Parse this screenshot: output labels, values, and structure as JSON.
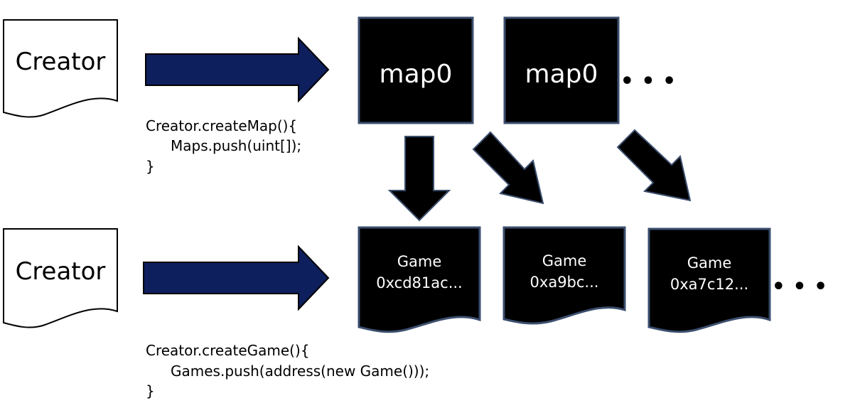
{
  "colors": {
    "navy_arrow": "#0e1f5e",
    "box_fill": "#000000",
    "box_border": "#3b4e6e",
    "doc_border": "#000000"
  },
  "top_row": {
    "creator_label": "Creator",
    "maps": [
      "map0",
      "map0"
    ],
    "ellipsis": "• • •",
    "code": [
      "Creator.createMap(){",
      "Maps.push(uint[]);",
      "}"
    ]
  },
  "bottom_row": {
    "creator_label": "Creator",
    "games": [
      {
        "title": "Game",
        "address": "0xcd81ac..."
      },
      {
        "title": "Game",
        "address": "0xa9bc..."
      },
      {
        "title": "Game",
        "address": "0xa7c12..."
      }
    ],
    "ellipsis": "• • •",
    "code": [
      "Creator.createGame(){",
      "Games.push(address(new Game()));",
      "}"
    ]
  }
}
